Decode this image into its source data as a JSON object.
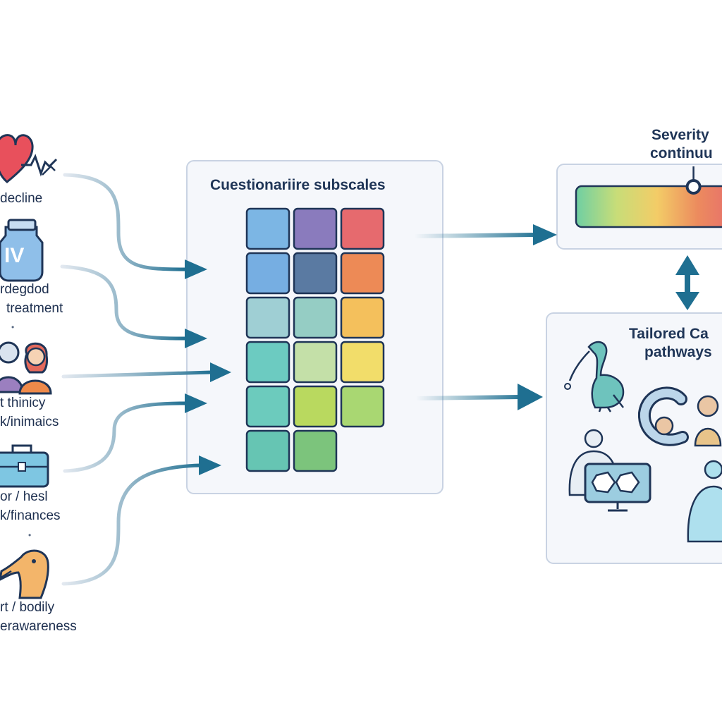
{
  "left_items": [
    {
      "id": "heart",
      "icon": "heart-pulse-icon",
      "lines": [
        "decline"
      ]
    },
    {
      "id": "bottle",
      "icon": "medicine-bottle-icon",
      "badge": "IV",
      "lines": [
        "rdegdod",
        "treatment"
      ]
    },
    {
      "id": "people",
      "icon": "people-icon",
      "lines": [
        "t thinicy",
        "k/inimaics"
      ]
    },
    {
      "id": "briefcase",
      "icon": "briefcase-icon",
      "lines": [
        "or / hesl",
        "k/finances"
      ]
    },
    {
      "id": "bird",
      "icon": "bird-head-icon",
      "lines": [
        "rt / bodily",
        "erawareness"
      ]
    }
  ],
  "subscales": {
    "title": "Cuestionariire subscales",
    "grid": [
      [
        "#7cb6e4",
        "#8a7bbd",
        "#e66a6e"
      ],
      [
        "#76aee2",
        "#5a7aa2",
        "#ed8a56"
      ],
      [
        "#9fcfd4",
        "#95cdc4",
        "#f4c05c"
      ],
      [
        "#6ccbc1",
        "#c4e0a8",
        "#f2dd6a"
      ],
      [
        "#6ccbbd",
        "#b9d95f",
        "#a9d772"
      ],
      [
        "#66c5b3",
        "#7cc47c"
      ]
    ]
  },
  "severity": {
    "title_lines": [
      "Severity",
      "continuu"
    ],
    "gradient": [
      "#6fcfa3",
      "#c8dd78",
      "#f3cc67",
      "#ec8b5e",
      "#e66a6e"
    ],
    "marker": 0.49
  },
  "care": {
    "title_lines": [
      "Tailored Ca",
      "pathways"
    ],
    "icons": [
      "bird-icon",
      "c-letter-icon",
      "person-icon",
      "caregiver-icon",
      "monitor-icon",
      "patient-icon"
    ],
    "letter": "C"
  },
  "colors": {
    "arrow": "#1f6f91",
    "panel_border": "#c9d3e3",
    "panel_fill": "#f5f7fb"
  }
}
